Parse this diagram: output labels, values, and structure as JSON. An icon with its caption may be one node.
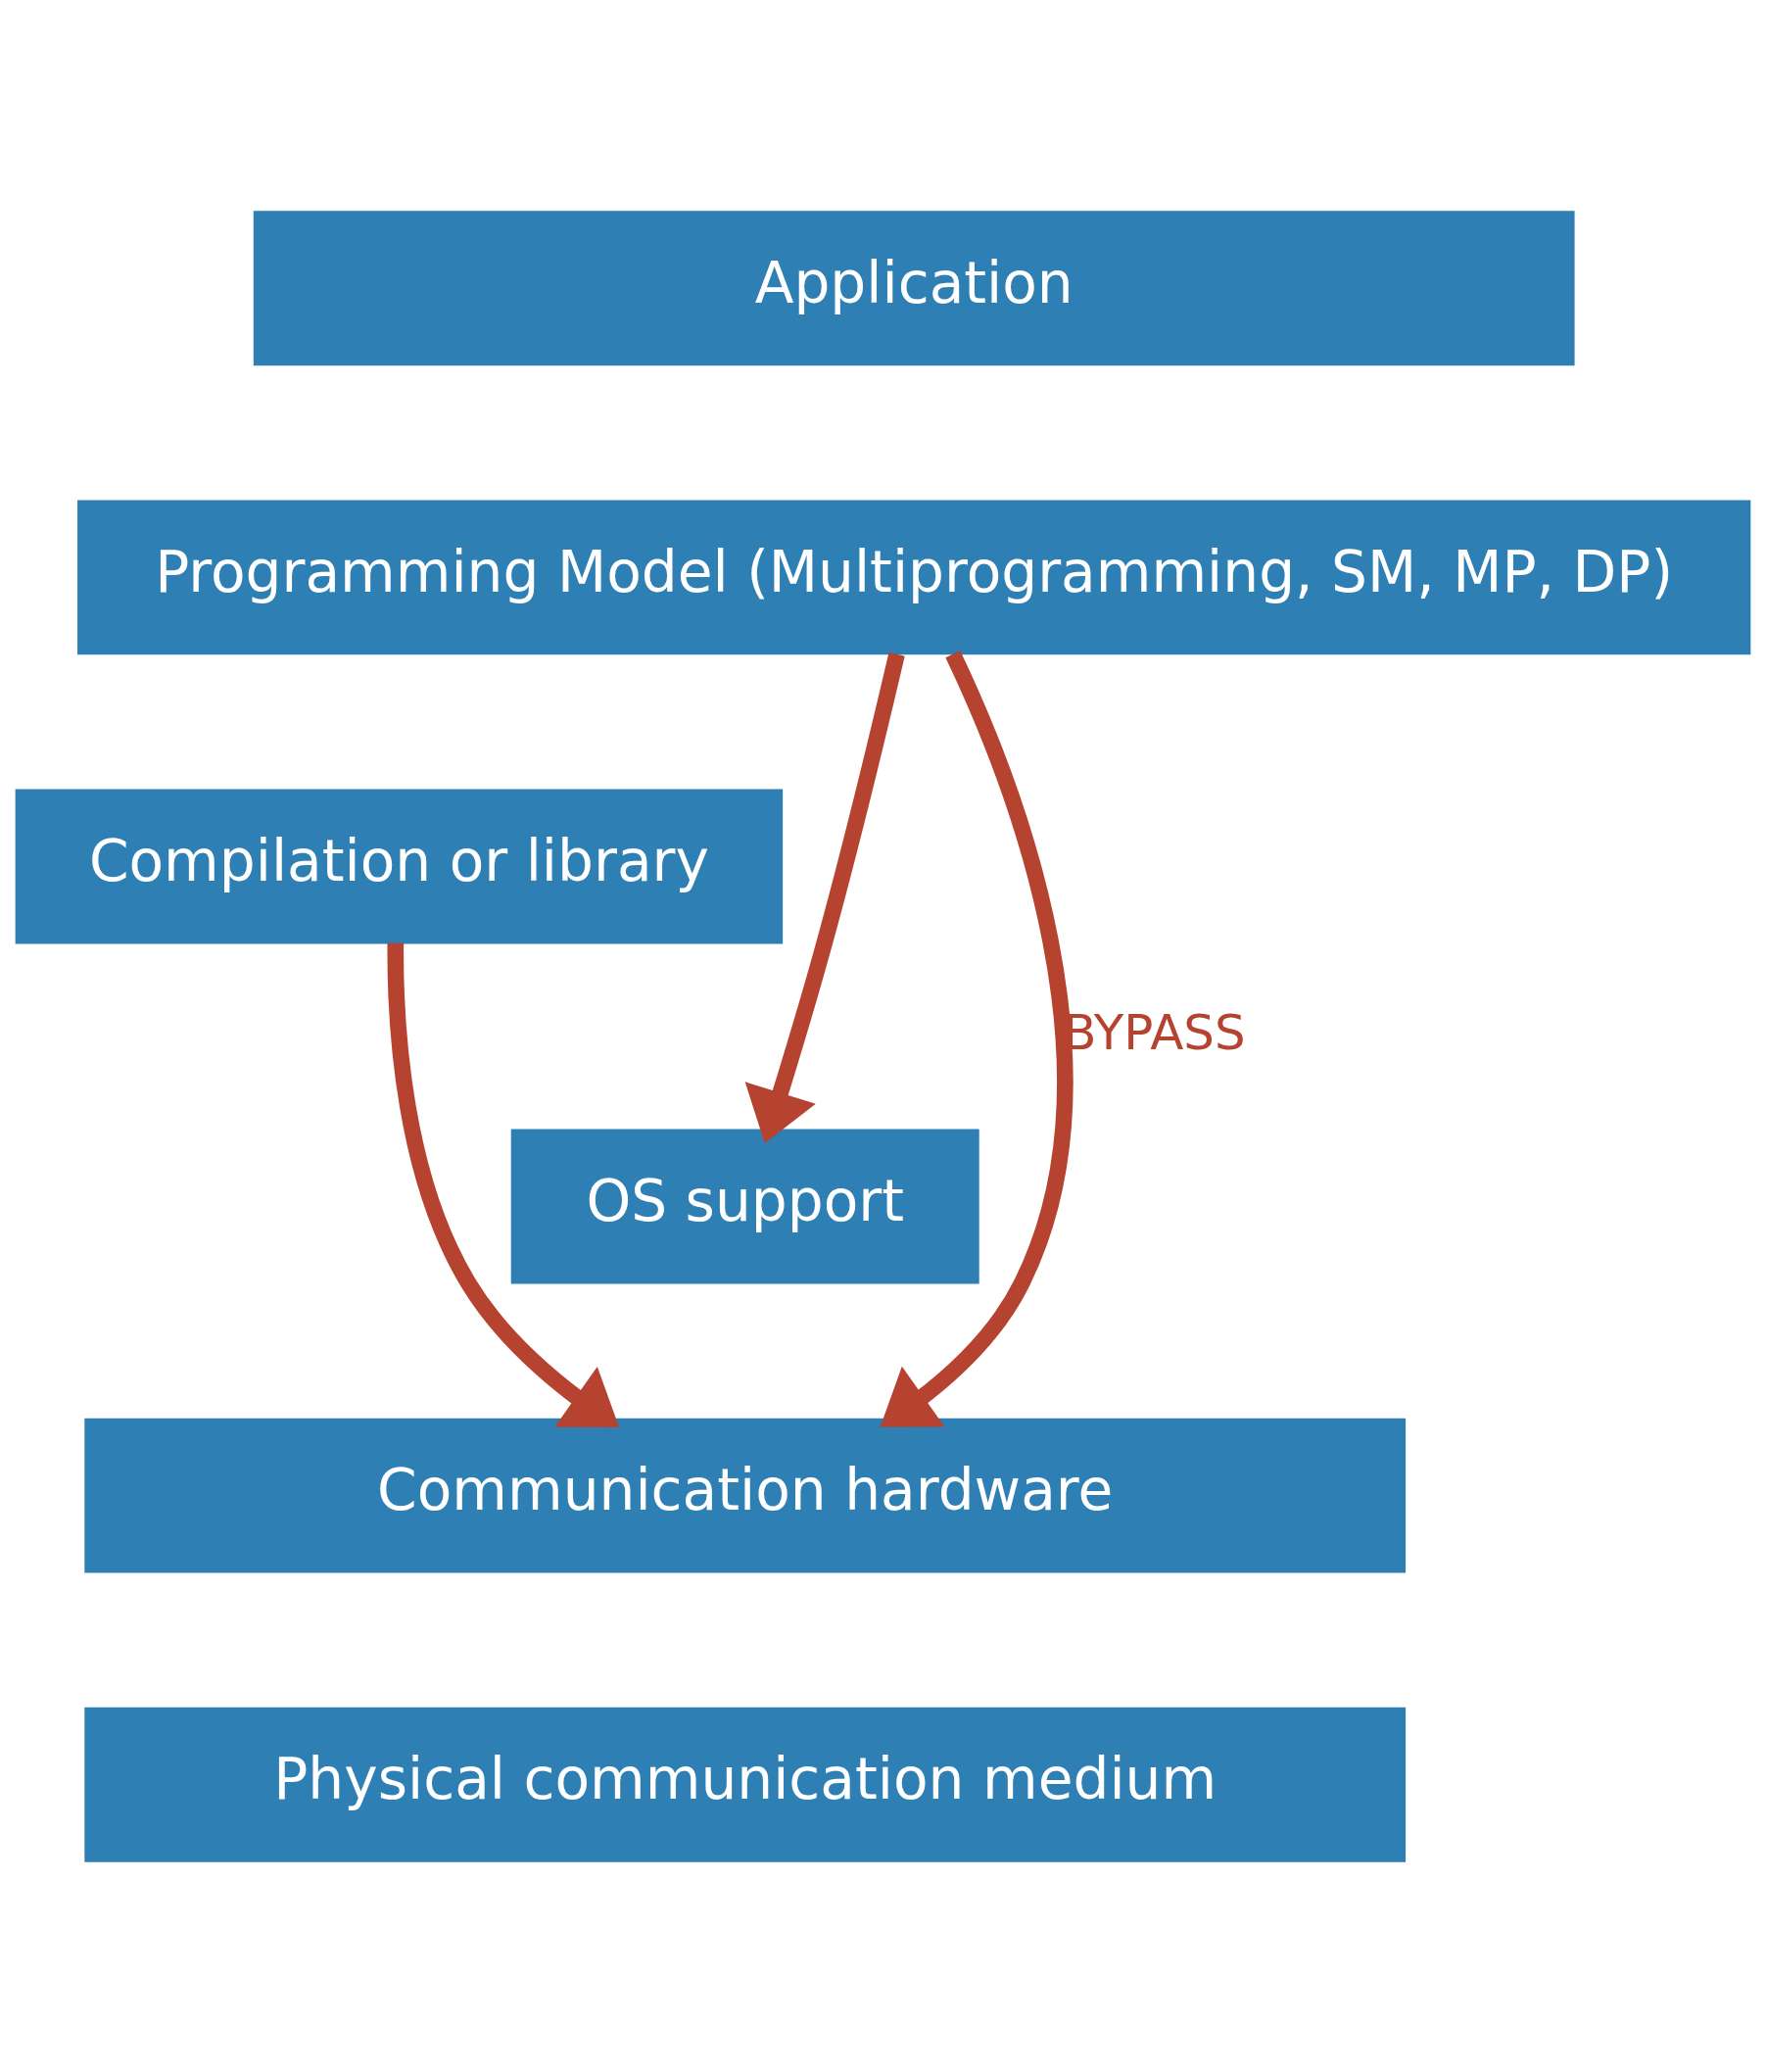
{
  "diagram": {
    "nodes": [
      {
        "text": [
          "Application"
        ]
      },
      {
        "text": [
          "Programming Model (Multiprogramming, SM, MP, DP)"
        ]
      },
      {
        "text": [
          "Compilation or library"
        ]
      },
      {
        "text": [
          "OS support"
        ]
      },
      {
        "text": [
          "Communication hardware"
        ]
      },
      {
        "text": [
          "Physical communication medium"
        ]
      }
    ],
    "edges": [
      {
        "from": 1,
        "to": 4,
        "arrow": "to",
        "label": "BYPASS"
      },
      {
        "from": 2,
        "to": 4,
        "arrow": "to"
      },
      {
        "from": 1,
        "to": 3,
        "arrow": "to"
      }
    ]
  }
}
